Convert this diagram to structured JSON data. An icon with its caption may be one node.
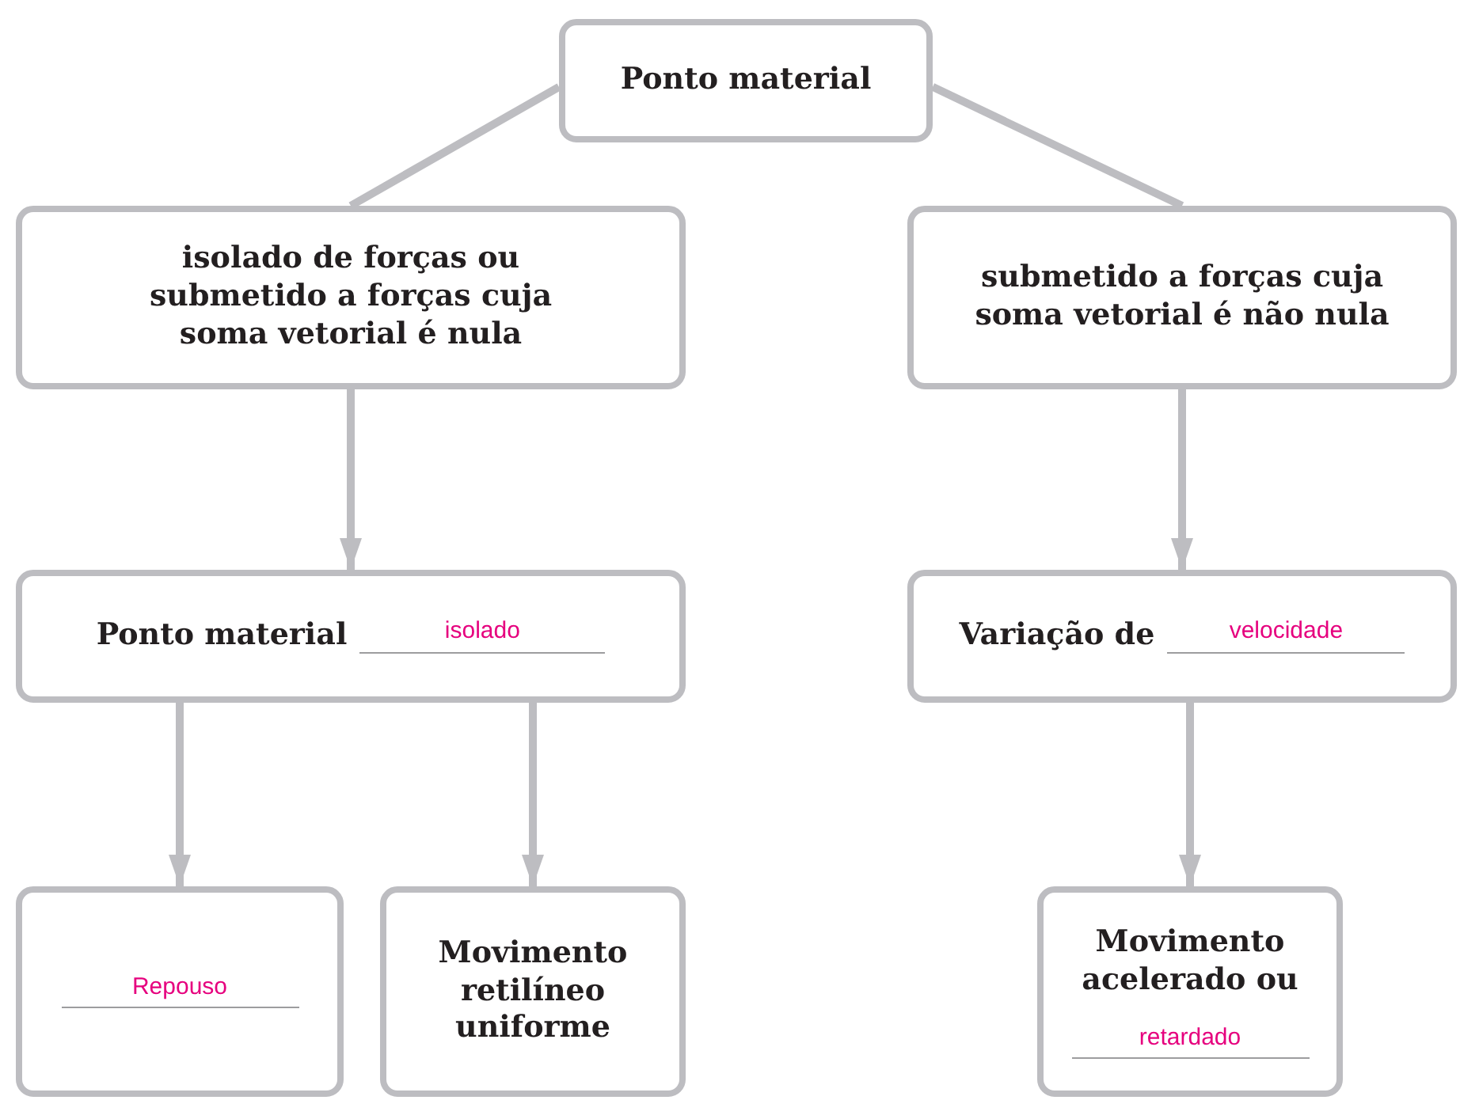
{
  "diagram": {
    "nodes": [
      {
        "text": [
          "Ponto material"
        ]
      },
      {
        "text": [
          "isolado de forças ou submetido a forças cuja soma vetorial é nula"
        ]
      },
      {
        "text": [
          "submetido a forças cuja soma vetorial é não nula"
        ]
      },
      {
        "text": [
          "Ponto material",
          "isolado"
        ]
      },
      {
        "text": [
          "Variação de",
          "velocidade"
        ]
      },
      {
        "text": [
          "Repouso"
        ]
      },
      {
        "text": [
          "Movimento retilíneo uniforme"
        ]
      },
      {
        "text": [
          "Movimento acelerado ou",
          "retardado"
        ]
      }
    ],
    "edges": [
      {
        "from": 0,
        "to": 1,
        "arrow": "none"
      },
      {
        "from": 0,
        "to": 2,
        "arrow": "none"
      },
      {
        "from": 1,
        "to": 3,
        "arrow": "to"
      },
      {
        "from": 2,
        "to": 4,
        "arrow": "to"
      },
      {
        "from": 3,
        "to": 5,
        "arrow": "to"
      },
      {
        "from": 3,
        "to": 6,
        "arrow": "to"
      },
      {
        "from": 4,
        "to": 7,
        "arrow": "to"
      }
    ]
  }
}
